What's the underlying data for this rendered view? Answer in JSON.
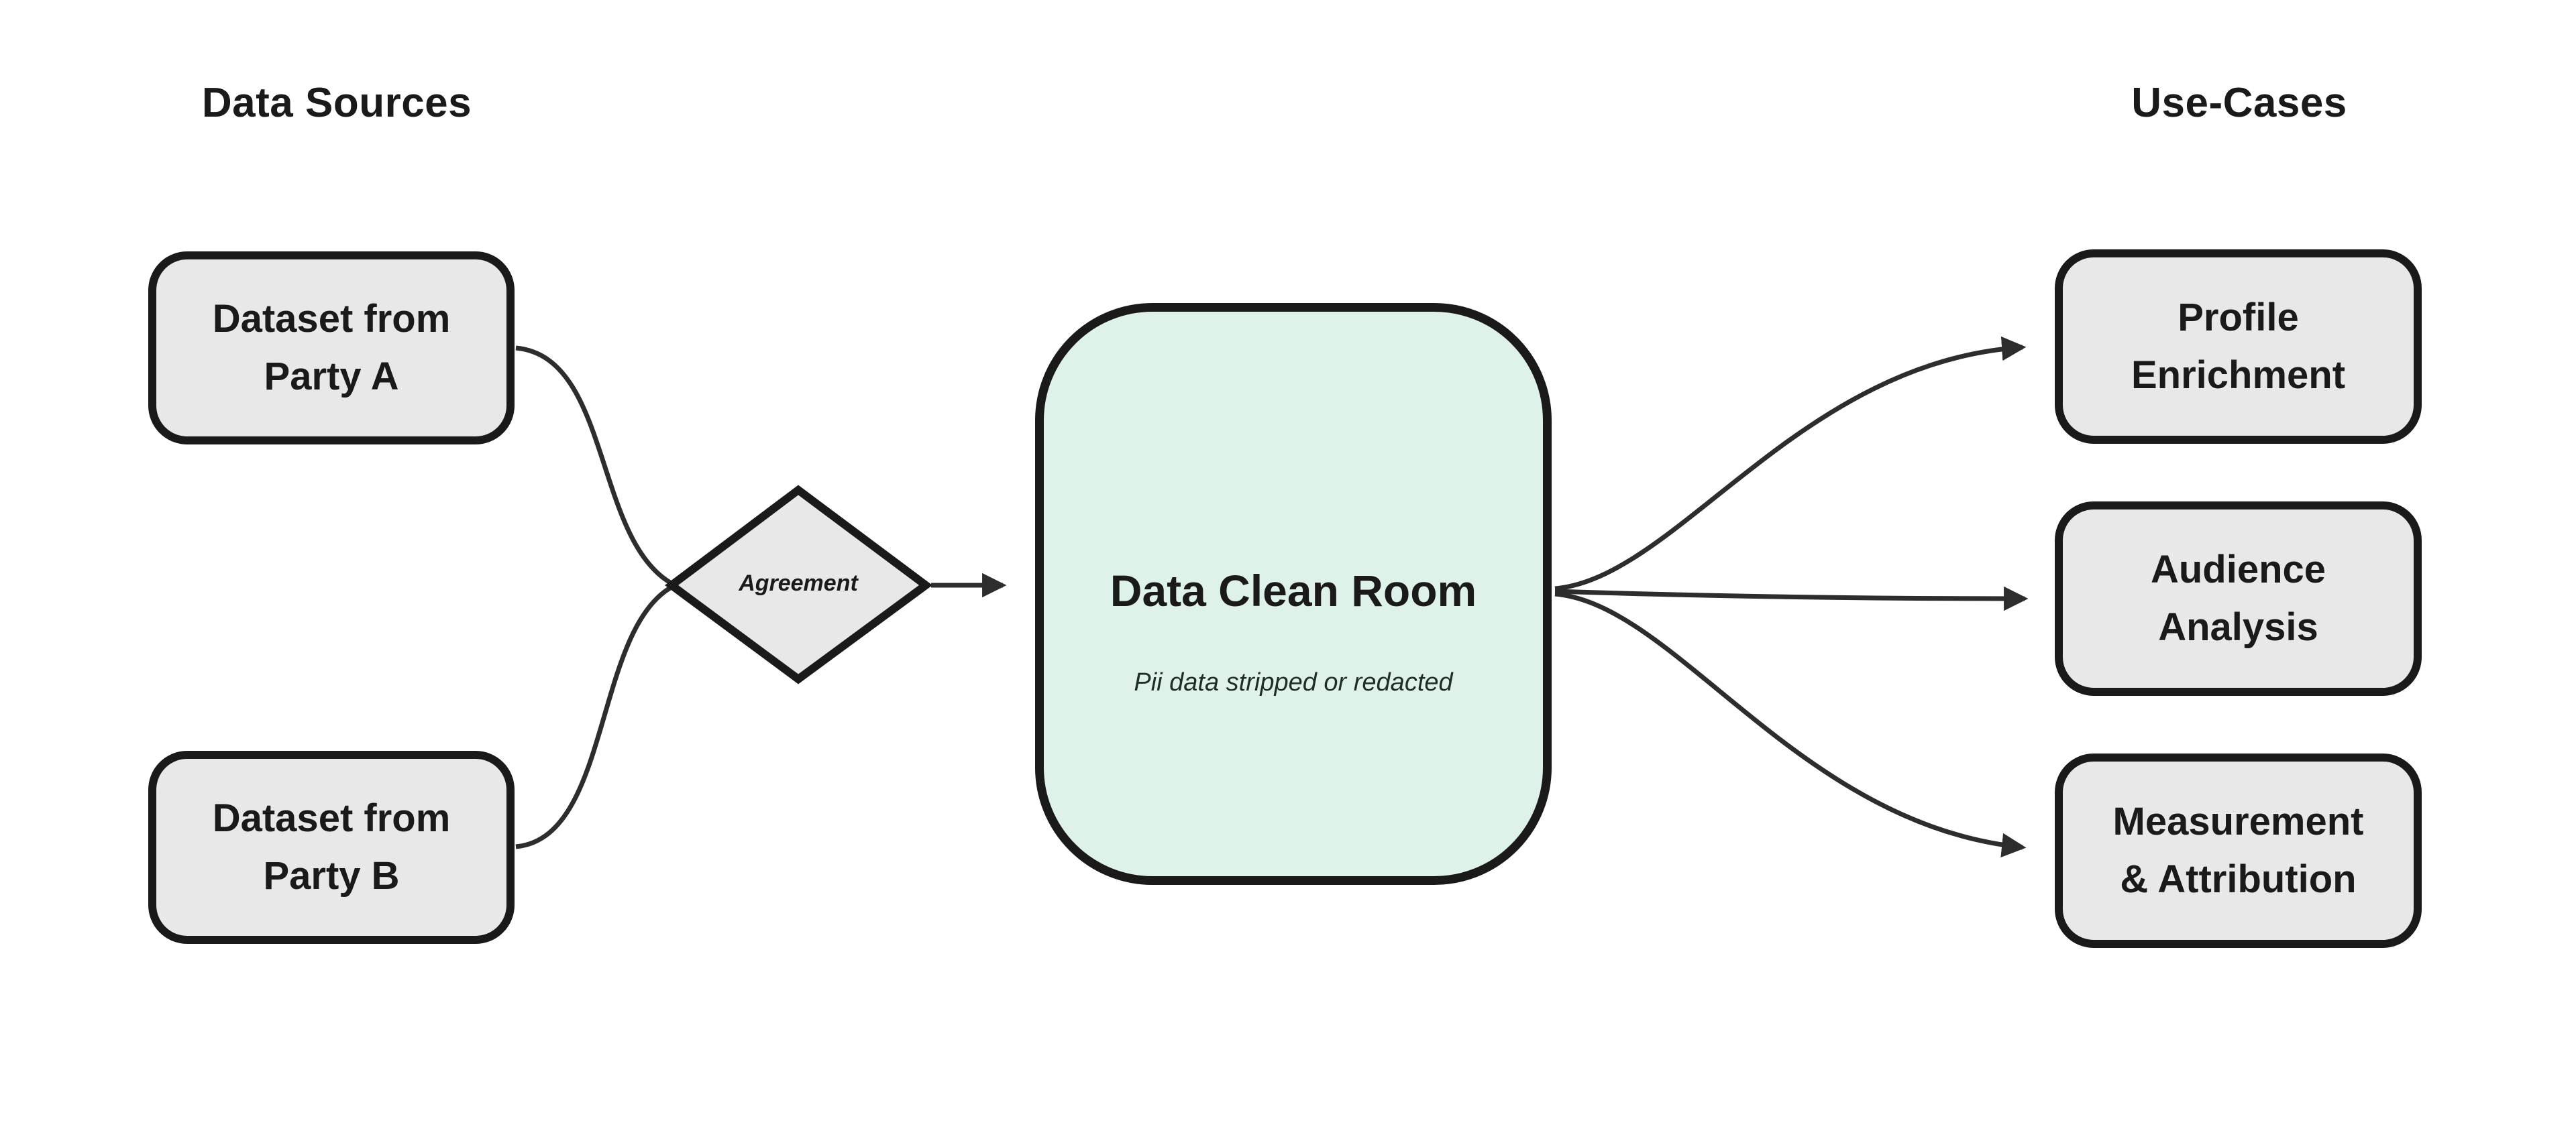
{
  "diagram": {
    "type": "flowchart",
    "background": "#ffffff"
  },
  "headings": {
    "left": "Data Sources",
    "right": "Use-Cases"
  },
  "nodes": {
    "dataset_a": {
      "label": "Dataset from Party A",
      "lines": [
        "Dataset from",
        "Party A"
      ]
    },
    "dataset_b": {
      "label": "Dataset from Party B",
      "lines": [
        "Dataset from",
        "Party B"
      ]
    },
    "agreement": {
      "label": "Agreement"
    },
    "clean_room": {
      "title": "Data Clean Room",
      "subtitle": "Pii data stripped or redacted"
    },
    "profile_enrichment": {
      "label": "Profile Enrichment",
      "lines": [
        "Profile",
        "Enrichment"
      ]
    },
    "audience_analysis": {
      "label": "Audience Analysis",
      "lines": [
        "Audience",
        "Analysis"
      ]
    },
    "measurement_attribution": {
      "label": "Measurement & Attribution",
      "lines": [
        "Measurement",
        "& Attribution"
      ]
    }
  },
  "edges": [
    {
      "from": "dataset_a",
      "to": "agreement",
      "arrow": false
    },
    {
      "from": "dataset_b",
      "to": "agreement",
      "arrow": false
    },
    {
      "from": "agreement",
      "to": "clean_room",
      "arrow": true
    },
    {
      "from": "clean_room",
      "to": "profile_enrichment",
      "arrow": true
    },
    {
      "from": "clean_room",
      "to": "audience_analysis",
      "arrow": true
    },
    {
      "from": "clean_room",
      "to": "measurement_attribution",
      "arrow": true
    }
  ],
  "colors": {
    "node_fill": "#e8e8e8",
    "node_border": "#1a1a1a",
    "clean_room_fill": "#dff2ea",
    "edge_stroke": "#2d2d2d",
    "text": "#1a1a1a",
    "subtitle_text": "#1e2f28"
  }
}
